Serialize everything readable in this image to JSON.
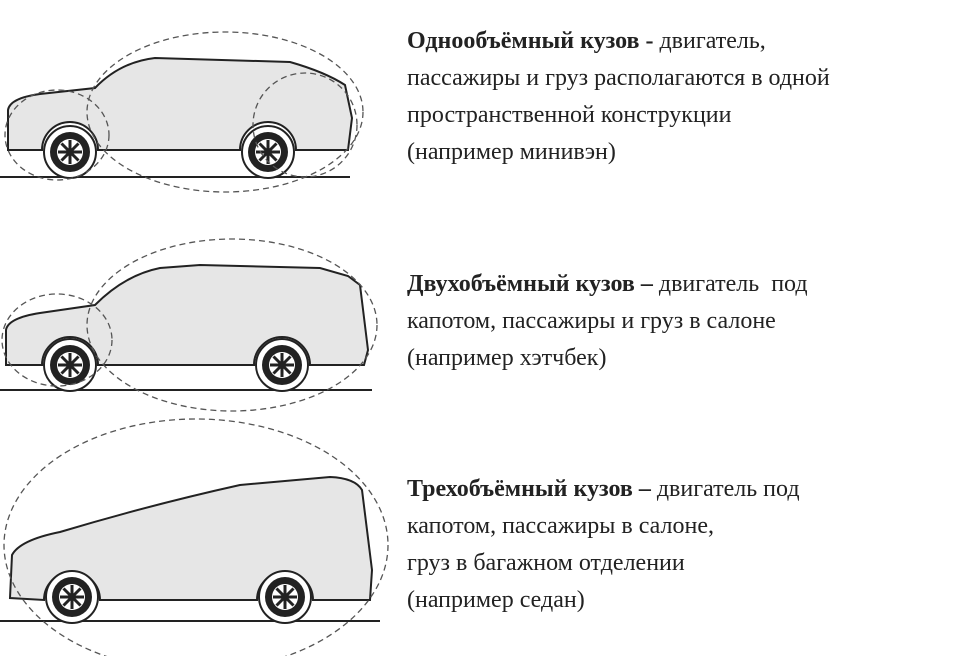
{
  "blocks": [
    {
      "title": "Однообъёмный кузов",
      "sep": " - ",
      "lines": [
        "двигатель,",
        "пассажиры и груз располагаются в одной",
        "пространственной конструкции",
        "(например минивэн)"
      ]
    },
    {
      "title": "Двухобъёмный кузов",
      "sep": " – ",
      "lines": [
        "двигатель  под",
        "капотом, пассажиры и груз в салоне",
        "(например хэтчбек)"
      ]
    },
    {
      "title": "Трехобъёмный кузов",
      "sep": " – ",
      "lines": [
        "двигатель под",
        "капотом, пассажиры в салоне,",
        "груз в багажном отделении",
        "(например седан)"
      ]
    }
  ],
  "colors": {
    "body_fill": "#e6e6e6",
    "stroke": "#222222"
  }
}
